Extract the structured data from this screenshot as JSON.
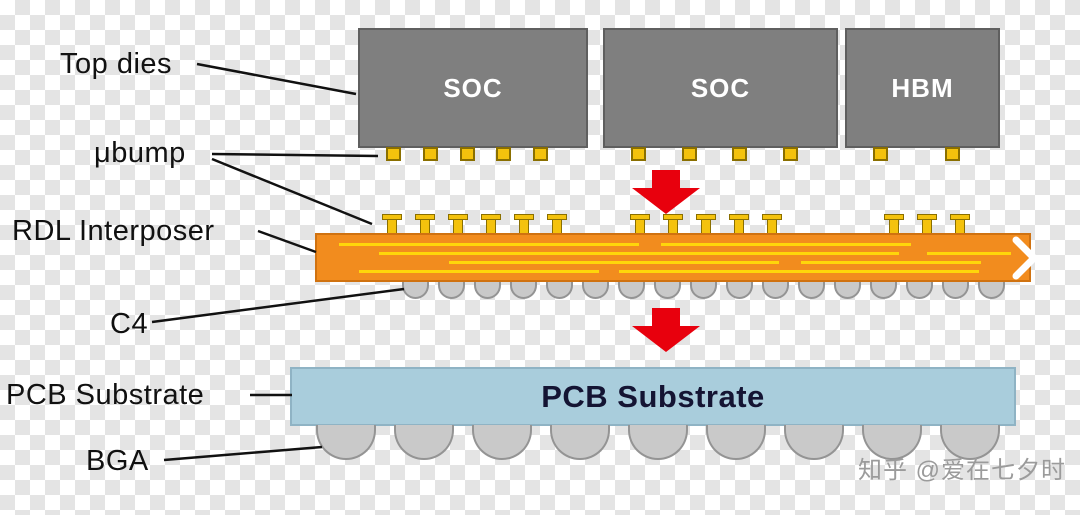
{
  "labels": {
    "top_dies": "Top dies",
    "ubump": "μbump",
    "rdl": "RDL Interposer",
    "c4": "C4",
    "pcb": "PCB Substrate",
    "bga": "BGA"
  },
  "chips": {
    "soc1": "SOC",
    "soc2": "SOC",
    "hbm": "HBM"
  },
  "substrate": {
    "label": "PCB Substrate"
  },
  "watermark": {
    "text": "知乎 @爱在七夕时"
  },
  "colors": {
    "chip_gray": "#7f7f7f",
    "chip_border": "#5f5f5f",
    "bump_yellow": "#f4c20d",
    "bump_border": "#8a6f00",
    "interposer_orange": "#f28c1e",
    "interposer_border": "#d07210",
    "trace_yellow": "#ffd60a",
    "solder_gray": "#c9c9c9",
    "solder_border": "#949494",
    "substrate_blue": "#a9cddc",
    "substrate_border": "#8fb3c4",
    "arrow_red": "#e8000d",
    "line_black": "#111111",
    "text_dark": "#141433"
  },
  "diagram": {
    "chip_bump_counts": [
      5,
      4,
      2
    ],
    "interposer_bump_groups": [
      {
        "start": 382,
        "count": 6,
        "gap": 33
      },
      {
        "start": 630,
        "count": 5,
        "gap": 33
      },
      {
        "start": 884,
        "count": 3,
        "gap": 33
      }
    ],
    "c4": {
      "count": 17,
      "start": 402,
      "gap": 36
    },
    "bga": {
      "count": 9,
      "start": 316,
      "gap": 78
    }
  }
}
